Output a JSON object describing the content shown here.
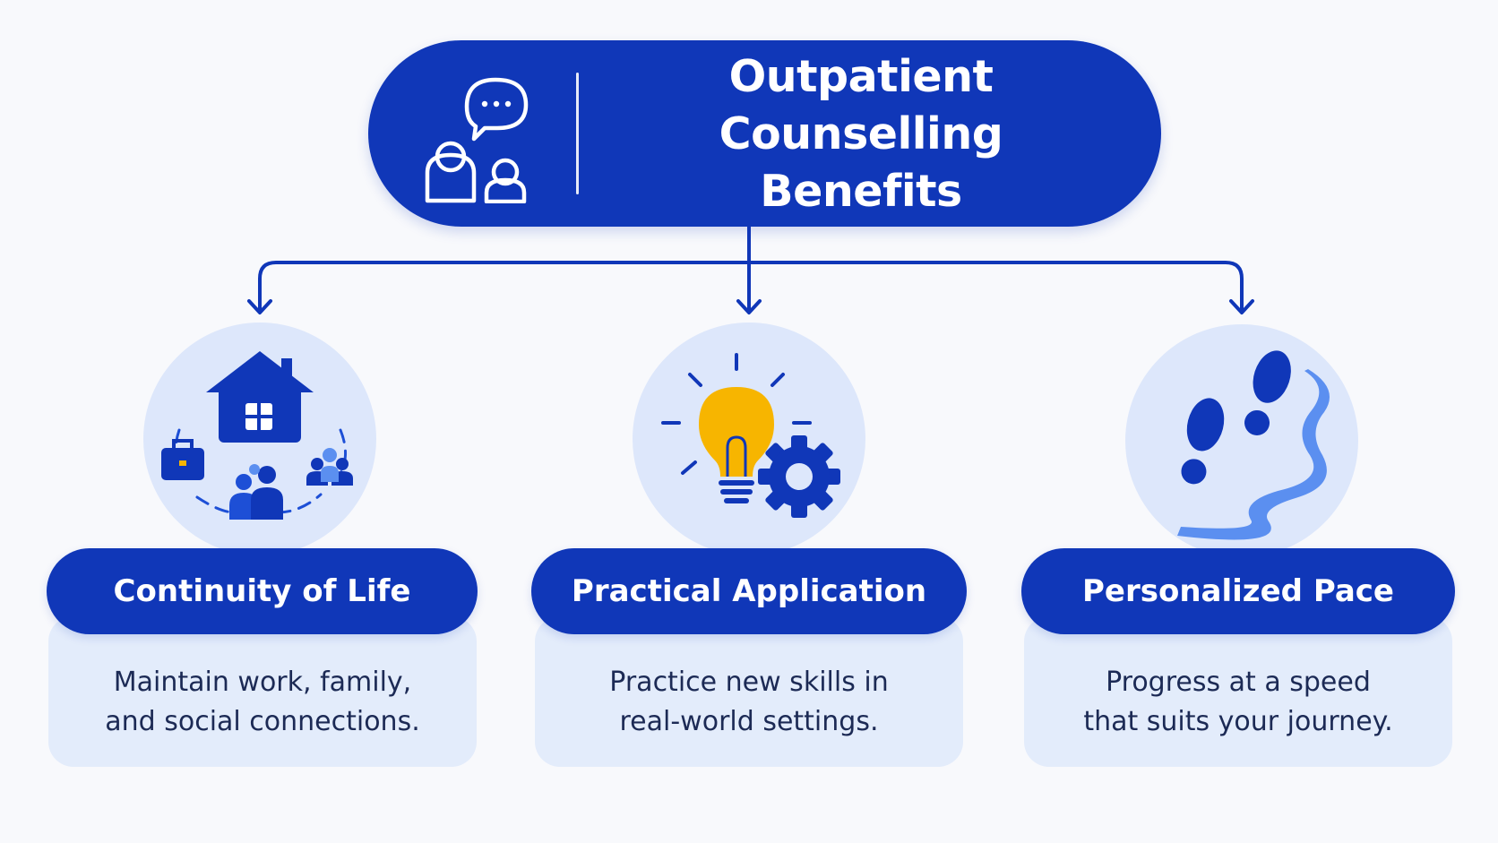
{
  "header": {
    "title_line1": "Outpatient Counselling",
    "title_line2": "Benefits",
    "icon": "counselling-people-speech-icon"
  },
  "benefits": [
    {
      "title": "Continuity of Life",
      "desc_line1": "Maintain work, family,",
      "desc_line2": "and social connections.",
      "icon": "home-work-family-cycle-icon"
    },
    {
      "title": "Practical Application",
      "desc_line1": "Practice new skills in",
      "desc_line2": "real-world settings.",
      "icon": "lightbulb-gear-icon"
    },
    {
      "title": "Personalized Pace",
      "desc_line1": "Progress at a speed",
      "desc_line2": "that suits your journey.",
      "icon": "footsteps-path-icon"
    }
  ],
  "colors": {
    "primary": "#1037b8",
    "card_bg": "#e3ecfb",
    "circle_bg": "#dde7fb",
    "accent_yellow": "#f7b500",
    "accent_light_blue": "#5b8ff0",
    "text_dark": "#1c2a55"
  }
}
